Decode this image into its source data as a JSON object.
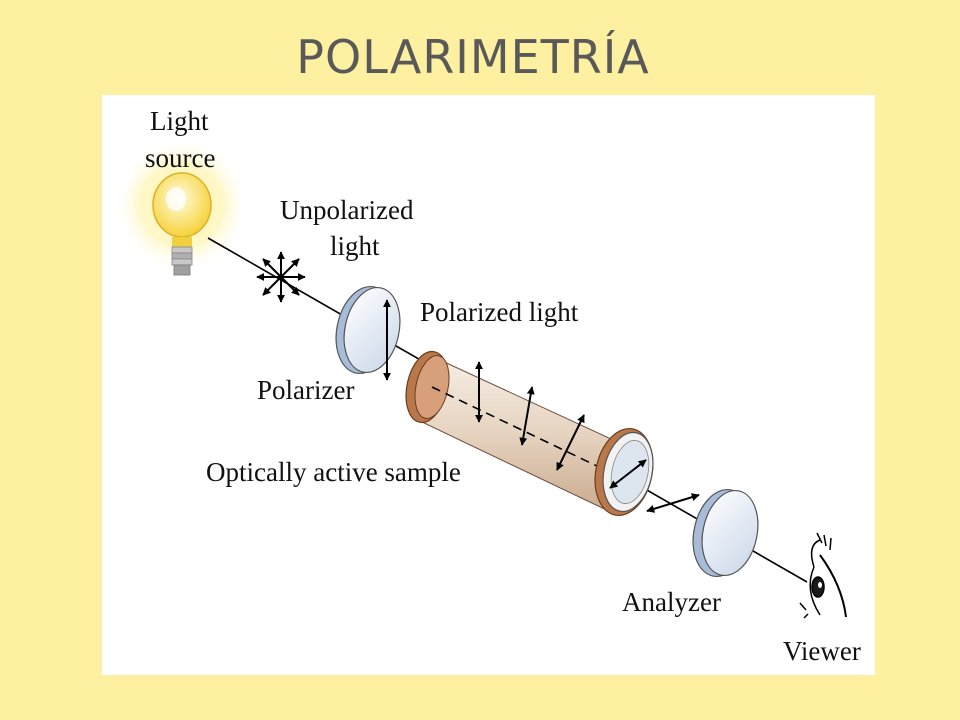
{
  "slide": {
    "title": "POLARIMETRÍA"
  },
  "diagram": {
    "labels": {
      "light_source_1": "Light",
      "light_source_2": "source",
      "unpolarized_1": "Unpolarized",
      "unpolarized_2": "light",
      "polarized": "Polarized light",
      "polarizer": "Polarizer",
      "sample": "Optically active sample",
      "analyzer": "Analyzer",
      "viewer": "Viewer"
    }
  }
}
